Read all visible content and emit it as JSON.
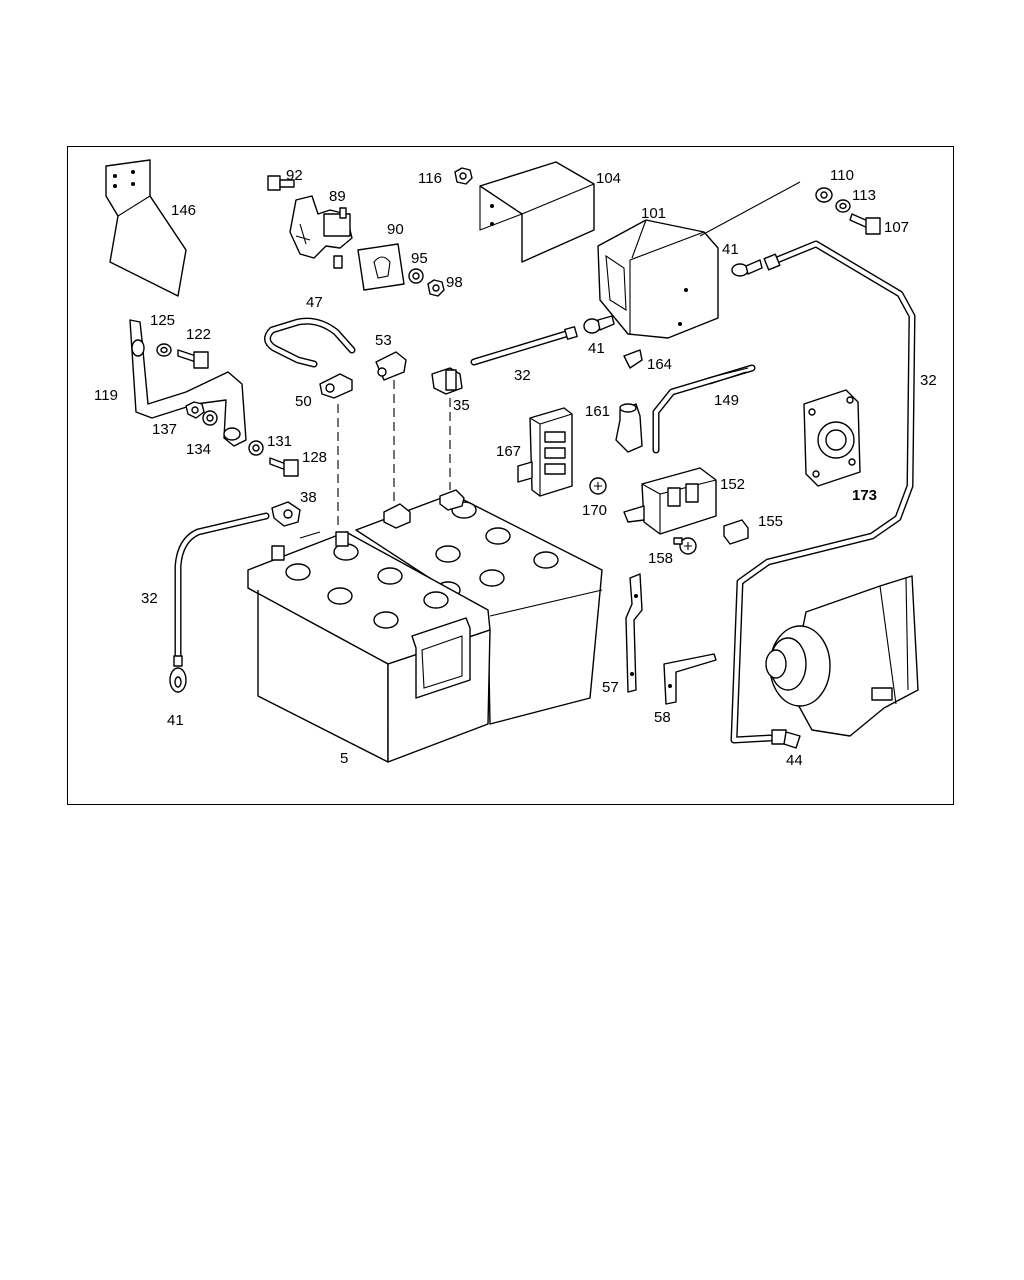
{
  "diagram": {
    "callouts": [
      {
        "id": "callout-146",
        "text": "146"
      },
      {
        "id": "callout-92",
        "text": "92"
      },
      {
        "id": "callout-89",
        "text": "89"
      },
      {
        "id": "callout-90",
        "text": "90"
      },
      {
        "id": "callout-95",
        "text": "95"
      },
      {
        "id": "callout-98",
        "text": "98"
      },
      {
        "id": "callout-116",
        "text": "116"
      },
      {
        "id": "callout-104",
        "text": "104"
      },
      {
        "id": "callout-101",
        "text": "101"
      },
      {
        "id": "callout-41-top",
        "text": "41"
      },
      {
        "id": "callout-110",
        "text": "110"
      },
      {
        "id": "callout-113",
        "text": "113"
      },
      {
        "id": "callout-107",
        "text": "107"
      },
      {
        "id": "callout-47",
        "text": "47"
      },
      {
        "id": "callout-53",
        "text": "53"
      },
      {
        "id": "callout-125",
        "text": "125"
      },
      {
        "id": "callout-122",
        "text": "122"
      },
      {
        "id": "callout-119",
        "text": "119"
      },
      {
        "id": "callout-50",
        "text": "50"
      },
      {
        "id": "callout-35",
        "text": "35"
      },
      {
        "id": "callout-32-mid",
        "text": "32"
      },
      {
        "id": "callout-41-mid",
        "text": "41"
      },
      {
        "id": "callout-164",
        "text": "164"
      },
      {
        "id": "callout-32-right",
        "text": "32"
      },
      {
        "id": "callout-137",
        "text": "137"
      },
      {
        "id": "callout-134",
        "text": "134"
      },
      {
        "id": "callout-131",
        "text": "131"
      },
      {
        "id": "callout-128",
        "text": "128"
      },
      {
        "id": "callout-161",
        "text": "161"
      },
      {
        "id": "callout-149",
        "text": "149"
      },
      {
        "id": "callout-167",
        "text": "167"
      },
      {
        "id": "callout-38",
        "text": "38"
      },
      {
        "id": "callout-152",
        "text": "152"
      },
      {
        "id": "callout-173",
        "text": "173"
      },
      {
        "id": "callout-170",
        "text": "170"
      },
      {
        "id": "callout-155",
        "text": "155"
      },
      {
        "id": "callout-158",
        "text": "158"
      },
      {
        "id": "callout-32-left",
        "text": "32"
      },
      {
        "id": "callout-57",
        "text": "57"
      },
      {
        "id": "callout-41-bottom",
        "text": "41"
      },
      {
        "id": "callout-58",
        "text": "58"
      },
      {
        "id": "callout-5",
        "text": "5"
      },
      {
        "id": "callout-44",
        "text": "44"
      }
    ]
  }
}
